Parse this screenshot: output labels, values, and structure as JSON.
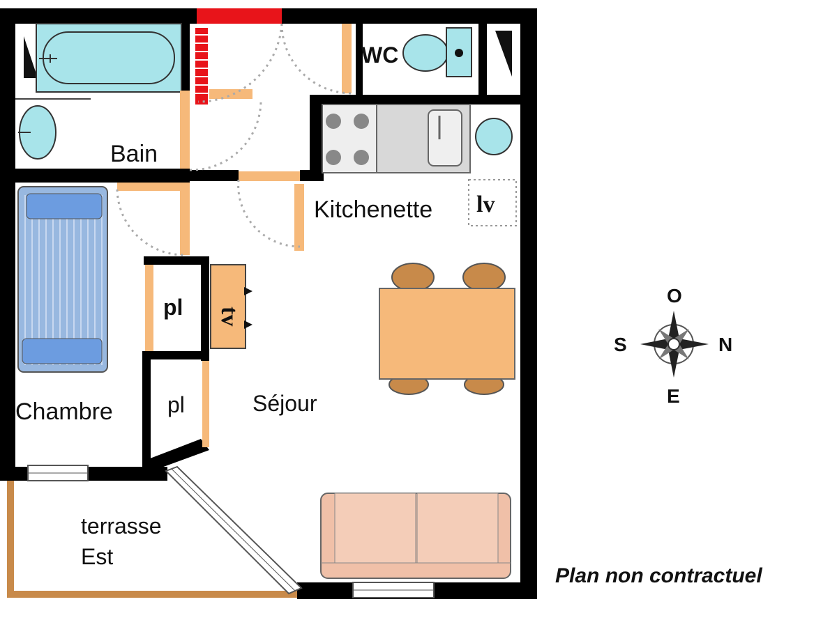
{
  "rooms": {
    "bain": "Bain",
    "wc": "WC",
    "kitchenette": "Kitchenette",
    "lv": "lv",
    "chambre": "Chambre",
    "sejour": "Séjour",
    "placard_1": "pl",
    "placard_2": "pl",
    "tv": "tv",
    "terrasse_line1": "terrasse",
    "terrasse_line2": "Est"
  },
  "compass": {
    "north": "N",
    "south": "S",
    "east": "E",
    "west": "O",
    "icon": "compass-rose-icon"
  },
  "note": "Plan non contractuel",
  "colors": {
    "wall": "#000000",
    "door": "#f6b97a",
    "fixture": "#a8e4ea",
    "bed": "#98b8e0",
    "table": "#f6b97a",
    "sofa": "#f0c0a8",
    "entrance": "#e8141a",
    "terrace_edge": "#c88a4a"
  }
}
